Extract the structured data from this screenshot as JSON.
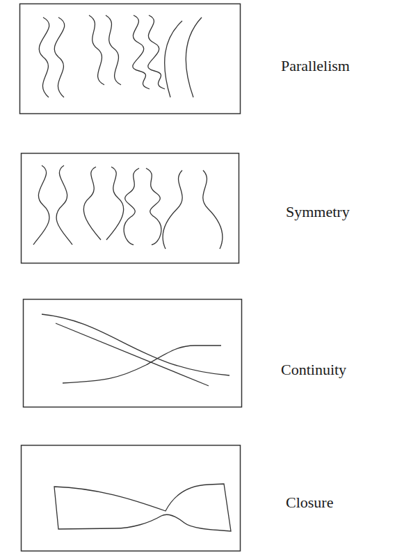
{
  "diagram": {
    "labels": [
      "Parallelism",
      "Symmetry",
      "Continuity",
      "Closure"
    ]
  }
}
